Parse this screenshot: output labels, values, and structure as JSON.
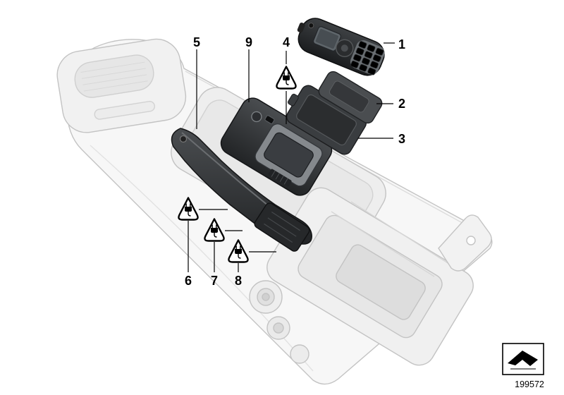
{
  "diagram": {
    "type": "parts-diagram",
    "part_number_label": "199572",
    "callouts": {
      "c1": "1",
      "c2": "2",
      "c3": "3",
      "c4": "4",
      "c5": "5",
      "c6": "6",
      "c7": "7",
      "c8": "8",
      "c9": "9"
    },
    "icons": {
      "warning_triangle": "electrical-plug-warning",
      "reference_box": "cross-reference-arrow"
    },
    "colors": {
      "background": "#ffffff",
      "console_outline": "#c3c3c3",
      "part_fill_dark": "#35373a",
      "callout_line": "#000000"
    }
  }
}
